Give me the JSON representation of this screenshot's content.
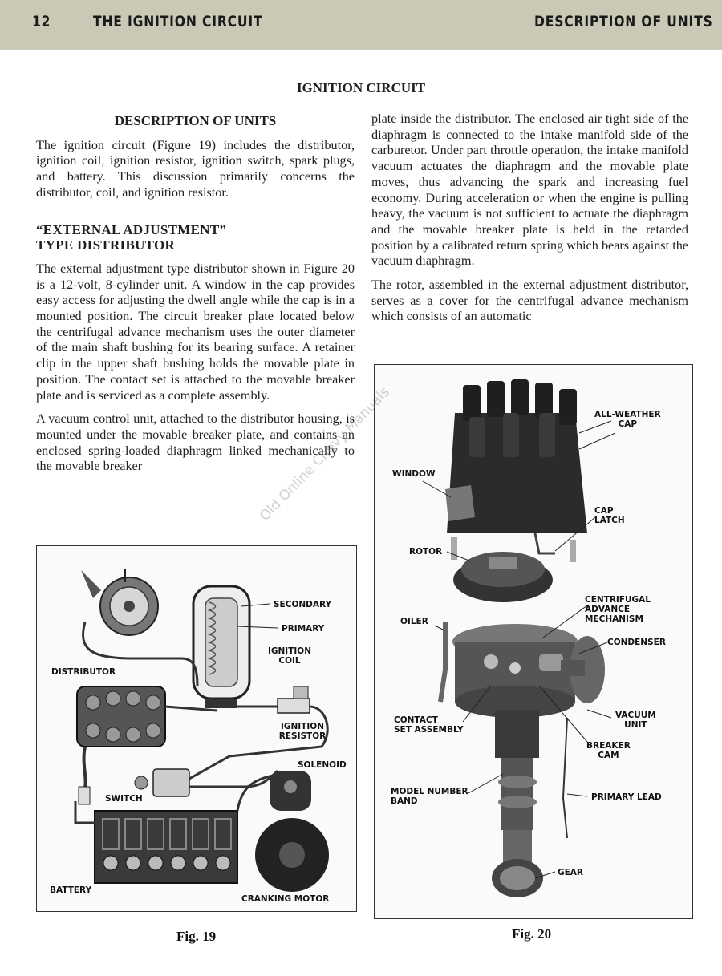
{
  "header": {
    "page_number": "12",
    "left_title": "THE IGNITION CIRCUIT",
    "right_title": "DESCRIPTION OF UNITS"
  },
  "section_title": "IGNITION CIRCUIT",
  "left_column": {
    "heading1": "DESCRIPTION OF UNITS",
    "para1": "The ignition circuit (Figure 19) includes the distributor, ignition coil, ignition resistor, ignition switch, spark plugs, and battery. This discussion primarily concerns the distributor, coil, and ignition resistor.",
    "heading2_line1": "“EXTERNAL ADJUSTMENT”",
    "heading2_line2": "TYPE DISTRIBUTOR",
    "para2": "The external adjustment type distributor shown in Figure 20 is a 12-volt, 8-cylinder unit. A window in the cap provides easy access for adjusting the dwell angle while the cap is in a mounted position. The circuit breaker plate located below the centrifugal advance mechanism uses the outer diameter of the main shaft bushing for its bearing surface. A retainer clip in the upper shaft bushing holds the movable plate in position. The contact set is attached to the movable breaker plate and is serviced as a complete assembly.",
    "para3": "A vacuum control unit, attached to the distributor housing, is mounted under the movable breaker plate, and contains an enclosed spring-loaded diaphragm linked mechanically to the movable breaker"
  },
  "right_column": {
    "para1": "plate inside the distributor. The enclosed air tight side of the diaphragm is connected to the intake manifold side of the carburetor. Under part throttle operation, the intake manifold vacuum actuates the diaphragm and the movable plate moves, thus advancing the spark and increasing fuel economy. During acceleration or when the engine is pulling heavy, the vacuum is not sufficient to actuate the diaphragm and the movable breaker plate is held in the retarded position by a calibrated return spring which bears against the vacuum diaphragm.",
    "para2": "The rotor, assembled in the external adjustment distributor, serves as a cover for the centrifugal advance mechanism which consists of an automatic"
  },
  "figure19": {
    "caption": "Fig. 19",
    "labels": {
      "secondary": "SECONDARY",
      "primary": "PRIMARY",
      "ignition_coil_1": "IGNITION",
      "ignition_coil_2": "COIL",
      "distributor": "DISTRIBUTOR",
      "ignition_resistor_1": "IGNITION",
      "ignition_resistor_2": "RESISTOR",
      "solenoid": "SOLENOID",
      "switch": "SWITCH",
      "battery": "BATTERY",
      "cranking_motor": "CRANKING MOTOR"
    }
  },
  "figure20": {
    "caption": "Fig. 20",
    "labels": {
      "all_weather_cap_1": "ALL-WEATHER",
      "all_weather_cap_2": "CAP",
      "window": "WINDOW",
      "cap_latch_1": "CAP",
      "cap_latch_2": "LATCH",
      "rotor": "ROTOR",
      "centrifugal_1": "CENTRIFUGAL",
      "centrifugal_2": "ADVANCE",
      "centrifugal_3": "MECHANISM",
      "oiler": "OILER",
      "condenser": "CONDENSER",
      "contact_set_1": "CONTACT",
      "contact_set_2": "SET ASSEMBLY",
      "vacuum_unit_1": "VACUUM",
      "vacuum_unit_2": "UNIT",
      "breaker_cam_1": "BREAKER",
      "breaker_cam_2": "CAM",
      "model_number_1": "MODEL NUMBER",
      "model_number_2": "BAND",
      "primary_lead": "PRIMARY LEAD",
      "gear": "GEAR"
    }
  },
  "watermark": "Old Online Chevy Manuals"
}
